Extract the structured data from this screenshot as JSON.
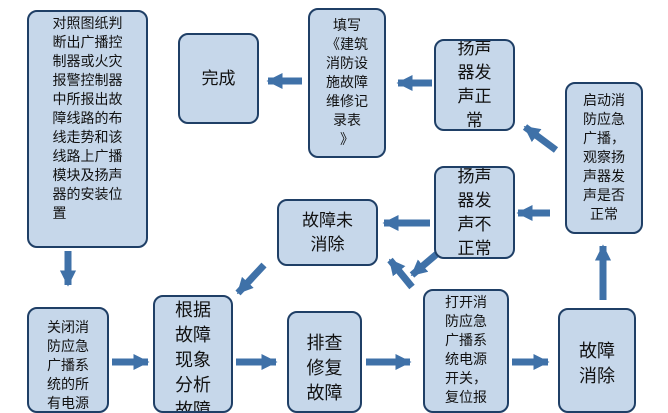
{
  "colors": {
    "node_fill": "#c6d7ea",
    "node_border": "#1f3f66",
    "arrow": "#3f71a8"
  },
  "nodes": {
    "check_drawings": "对照图纸判\n断出广播控\n制器或火灾\n报警控制器\n中所报出故\n障线路的布\n线走势和该\n线路上广播\n模块及扬声\n器的安装位\n置",
    "close_power": "关闭消\n防应急\n广播系\n统的所\n有电源",
    "analyze": "根据\n故障\n现象\n分析\n故障",
    "inspect_repair": "排查\n修复\n故障",
    "power_on": "打开消\n防应急\n广播系\n统电源\n开关，\n复位报",
    "fault_cleared": "故障\n消除",
    "fault_not_cleared": "故障未\n消除",
    "speaker_abnormal": "扬声\n器发\n声不\n正常",
    "start_broadcast": "启动消\n防应急\n广播，\n观察扬\n声器发\n声是否\n正常",
    "speaker_normal": "扬声\n器发\n声正\n常",
    "fill_record": "填写\n《建筑\n消防设\n施故障\n维修记\n录表\n》",
    "complete": "完成"
  }
}
